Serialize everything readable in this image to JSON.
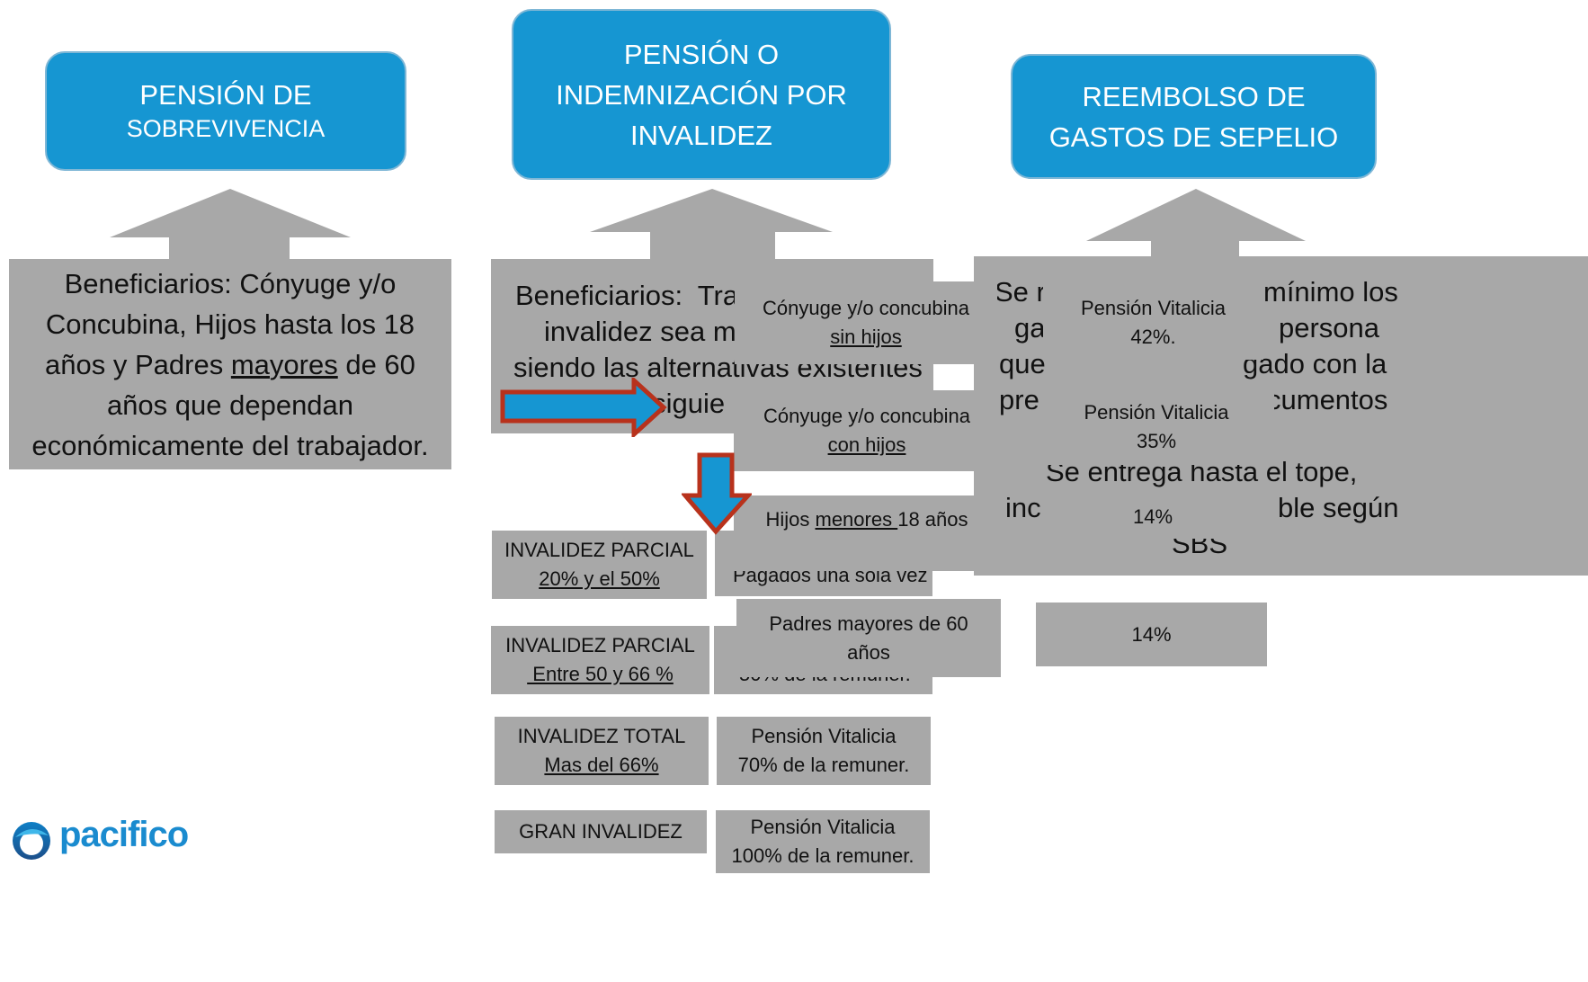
{
  "headers": {
    "sobrevivencia": {
      "line1": "PENSIÓN DE",
      "line2": "SOBREVIVENCIA"
    },
    "invalidez": {
      "line1": "PENSIÓN O",
      "line2": "INDEMNIZACIÓN POR",
      "line3": "INVALIDEZ"
    },
    "sepelio": {
      "line1": "REEMBOLSO DE",
      "line2": "GASTOS DE SEPELIO"
    }
  },
  "beneficiarios_sobrevivencia": {
    "line1": "Beneficiarios: Cónyuge y/o",
    "line2": "Concubina, Hijos hasta los 18",
    "line3a": "años y Padres ",
    "line3u": "mayores",
    "line3b": " de 60",
    "line4": "años que dependan",
    "line5": "económicamente del trabajador."
  },
  "beneficiarios_invalidez": {
    "line1": "Beneficiarios:  Tral",
    "line2": "invalidez sea ma",
    "line3": "siendo las alternativas existentes",
    "line4": "s siguie"
  },
  "reembolso_text": {
    "line1a": "Se r",
    "line1b": "mínimo los",
    "line2a": "ga",
    "line2b": "persona",
    "line3a": "que",
    "line3b": "gado con la",
    "line4a": "pre",
    "line4b": "cumentos",
    "line5": "Se entrega hasta el tope,",
    "line6a": "inc",
    "line6b": "ble según",
    "line7": "SBS"
  },
  "invalidez_types": [
    {
      "line1": "INVALIDEZ PARCIAL",
      "line2": "20% y el 50%"
    },
    {
      "line1": "INVALIDEZ PARCIAL",
      "line2": " Entre 50 y 66 %"
    },
    {
      "line1": "INVALIDEZ TOTAL",
      "line2": "Mas del 66%"
    },
    {
      "line1": "GRAN INVALIDEZ"
    }
  ],
  "invalidez_values": [
    {
      "line1": "Pagados una sola vez"
    },
    {
      "line1": "50% de la remuner."
    },
    {
      "line1": "Pensión Vitalicia",
      "line2": "70% de la remuner."
    },
    {
      "line1": "Pensión Vitalicia",
      "line2": "100% de la remuner."
    }
  ],
  "sobrevivencia_beneficiaries": [
    {
      "line1": "Cónyuge y/o concubina",
      "line2": "sin hijos"
    },
    {
      "line1": "Cónyuge y/o concubina",
      "line2": "con hijos"
    },
    {
      "line1a": "Hijos ",
      "line1u": "menores ",
      "line1b": "18 años"
    },
    {
      "line1": "Padres mayores de 60",
      "line2": "años"
    }
  ],
  "sobrevivencia_percentages": [
    {
      "line1": "Pensión Vitalicia",
      "line2": "42%."
    },
    {
      "line1": "Pensión Vitalicia",
      "line2": "35%"
    },
    {
      "line1": "14%"
    },
    {
      "line1": "14%"
    }
  ],
  "logo": {
    "text": "pacifico"
  },
  "colors": {
    "header_blue": "#1696d2",
    "box_gray": "#a8a8a8",
    "arrow_outline": "#b8321c",
    "logo_blue": "#1a8bcf"
  }
}
